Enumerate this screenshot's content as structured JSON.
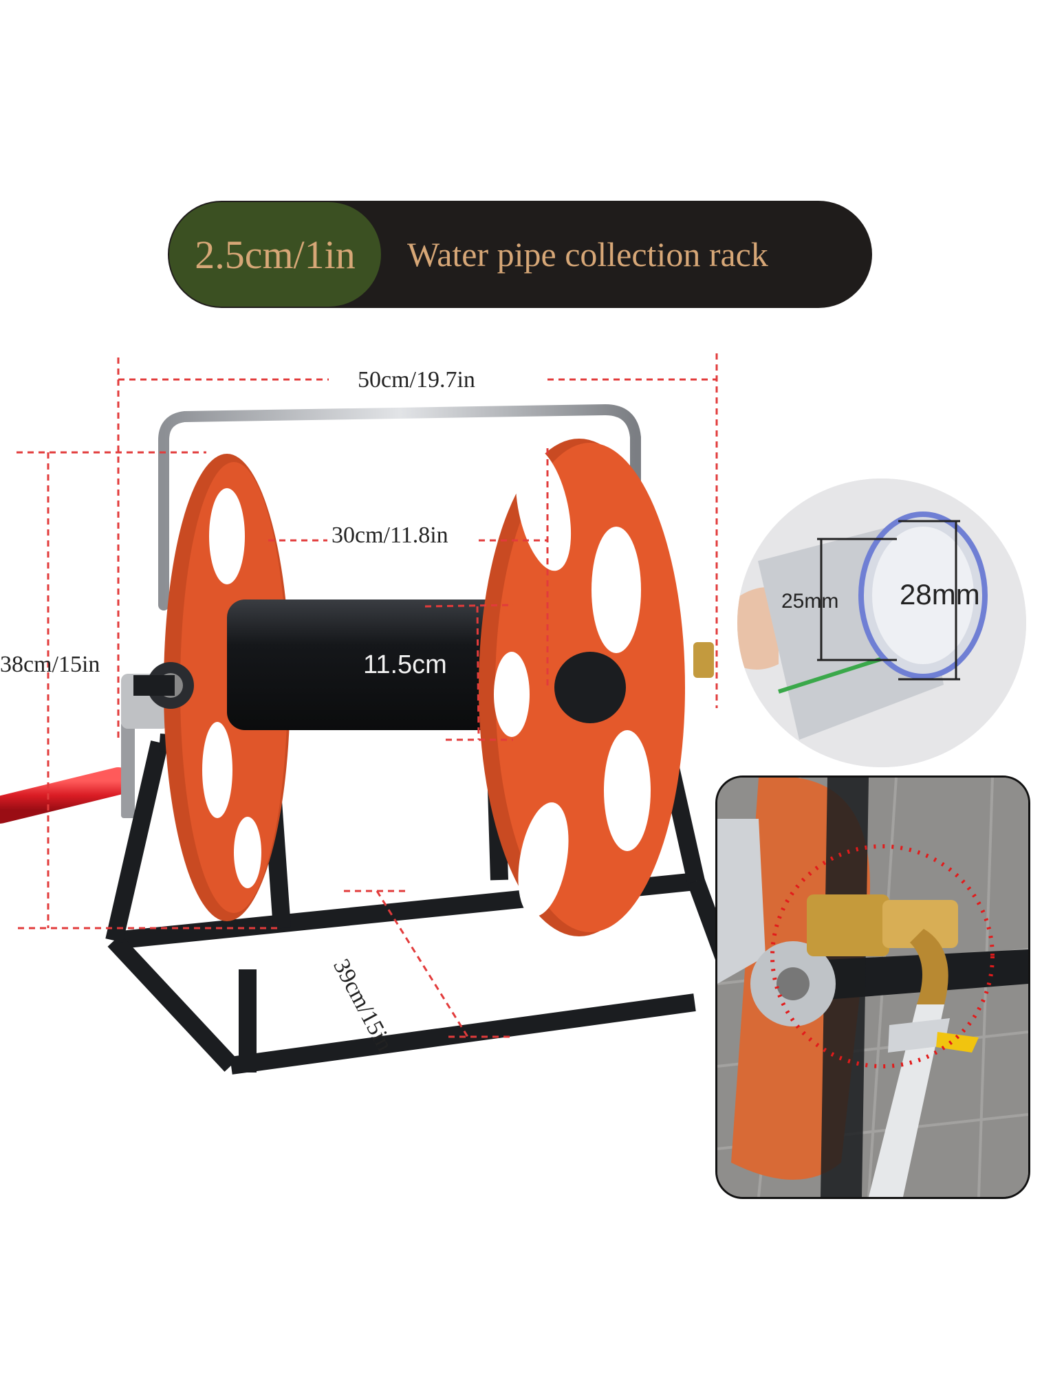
{
  "banner": {
    "size_label": "2.5cm/1in",
    "title": "Water pipe collection rack"
  },
  "dimensions": {
    "width": "50cm/19.7in",
    "height": "38cm/15in",
    "drum_length": "30cm/11.8in",
    "drum_diameter": "11.5cm",
    "depth": "39cm/15in"
  },
  "hose_inset": {
    "inner_diameter": "25mm",
    "outer_diameter": "28mm"
  },
  "colors": {
    "banner_bg": "#1f1c1b",
    "banner_pill": "#3b5022",
    "banner_text": "#d7a777",
    "reel_orange": "#e0562a",
    "frame_black": "#1b1d20",
    "dimension_red": "#e23b3b"
  }
}
